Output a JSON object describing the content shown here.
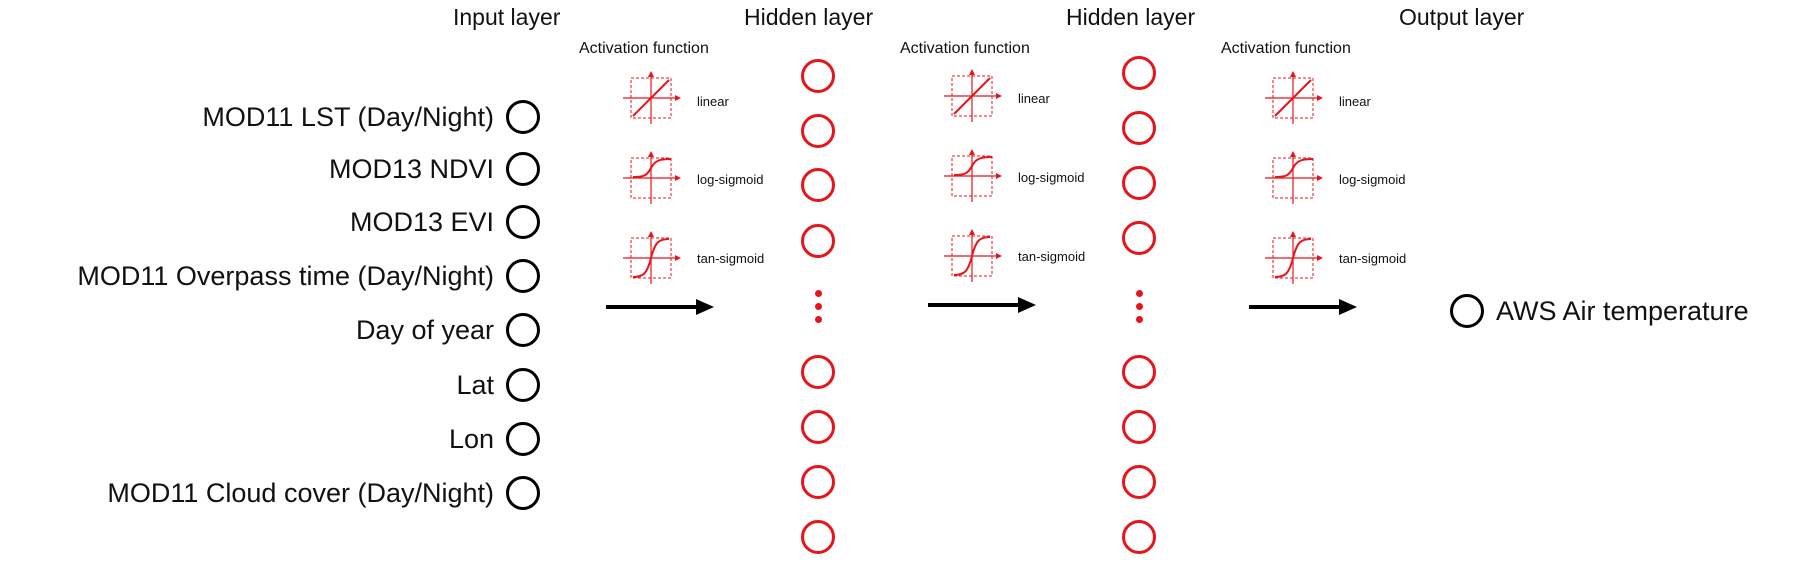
{
  "layers": {
    "input_title": "Input layer",
    "hidden1_title": "Hidden layer",
    "hidden2_title": "Hidden layer",
    "output_title": "Output layer"
  },
  "activation": {
    "title": "Activation function",
    "functions": [
      "linear",
      "log-sigmoid",
      "tan-sigmoid"
    ],
    "color": "#e8141b"
  },
  "inputs": [
    "MOD11 LST (Day/Night)",
    "MOD13 NDVI",
    "MOD13 EVI",
    "MOD11 Overpass time (Day/Night)",
    "Day of year",
    "Lat",
    "Lon",
    "MOD11 Cloud cover (Day/Night)"
  ],
  "output": "AWS Air temperature",
  "colors": {
    "hidden_node": "#e8141b",
    "input_node": "#000000",
    "arrow": "#000000"
  }
}
